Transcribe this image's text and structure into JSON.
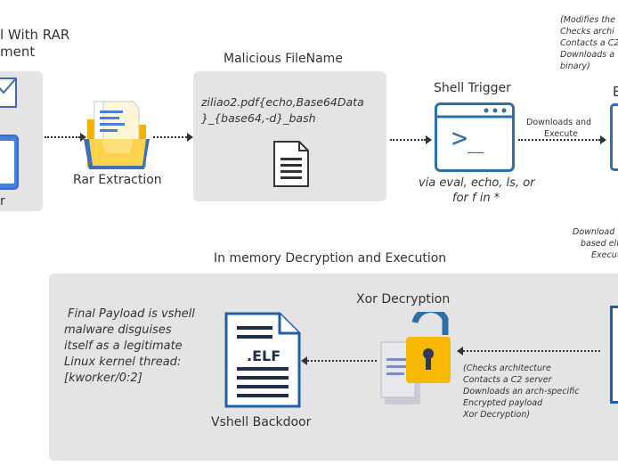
{
  "email": {
    "title_line1": "l With RAR",
    "title_line2": "ment",
    "caption": "r"
  },
  "rar": {
    "label": "Rar Extraction"
  },
  "malicious": {
    "title": "Malicious FileName",
    "code_line1": "ziliao2.pdf{echo,Base64Data",
    "code_line2": "}_{base64,-d}_bash"
  },
  "shell": {
    "title": "Shell Trigger",
    "prompt": ">_",
    "caption_line1": "via eval, echo, ls, or",
    "caption_line2": "for f in *"
  },
  "downloads_arrow": {
    "line1": "Downloads and",
    "line2": "Execute"
  },
  "top_right_note": {
    "lines": [
      "(Modifies the",
      "Checks archi",
      "Contacts a C2",
      "Downloads a",
      "binary)"
    ]
  },
  "right_partial": {
    "letter": "E"
  },
  "right_note": {
    "lines": [
      "Download",
      "based elf",
      "Execut"
    ]
  },
  "memory": {
    "title": "In memory Decryption and Execution"
  },
  "final_payload": {
    "lines": [
      "Final Payload is vshell",
      "malware disguises",
      "itself as a legitimate",
      "Linux kernel thread:",
      "[kworker/0:2]"
    ]
  },
  "elf": {
    "label": ".ELF",
    "caption": "Vshell Backdoor"
  },
  "xor": {
    "title": "Xor Decryption"
  },
  "xor_note": {
    "lines": [
      "(Checks architecture",
      "Contacts a C2 server",
      "Downloads an arch-specific",
      "Encrypted payload",
      "Xor Decryption)"
    ]
  }
}
